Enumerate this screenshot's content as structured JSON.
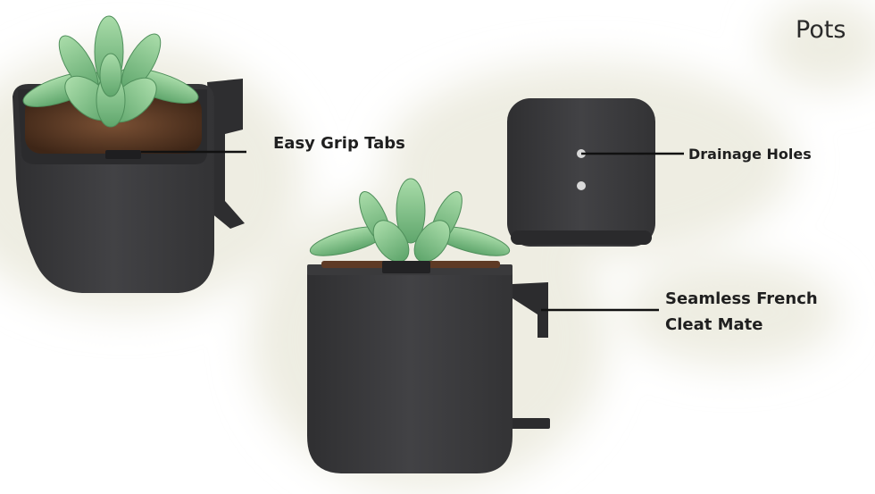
{
  "page": {
    "title": "Pots",
    "colors": {
      "background": "#ffffff",
      "glow": "#eeede2",
      "pot": "#3b3b3d",
      "soil": "#5e3a25",
      "succulent": "#84c48e",
      "text": "#1f1f1f"
    }
  },
  "callouts": {
    "grip_tabs": "Easy Grip Tabs",
    "drainage_holes": "Drainage Holes",
    "cleat_line1": "Seamless French",
    "cleat_line2": "Cleat Mate"
  }
}
